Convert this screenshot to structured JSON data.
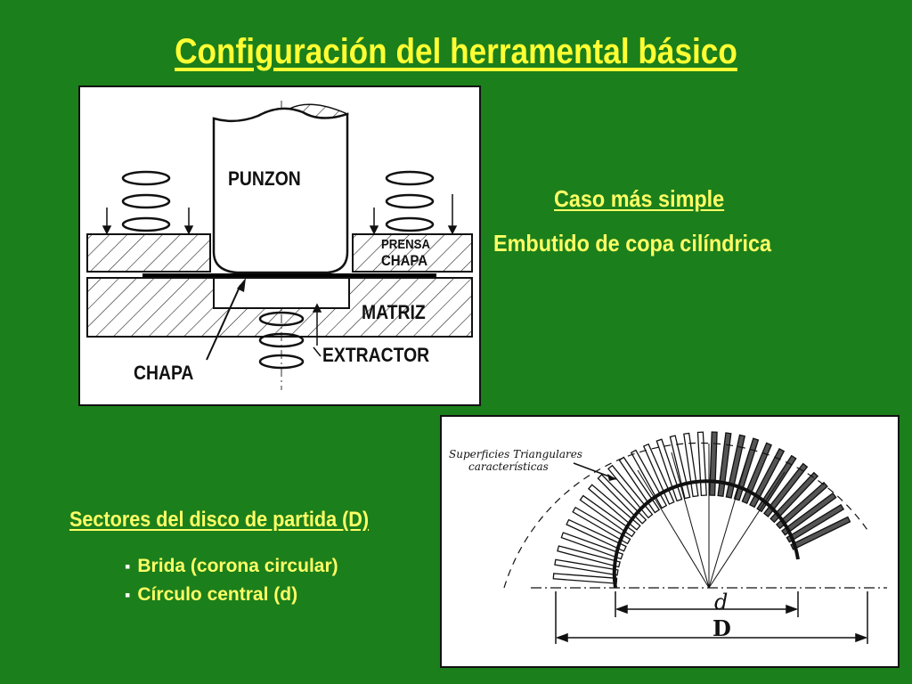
{
  "title": "Configuración del herramental básico",
  "tool_diagram": {
    "labels": {
      "punzon": "PUNZON",
      "prensa": "PRENSA",
      "chapa_holder": "CHAPA",
      "matriz": "MATRIZ",
      "extractor": "EXTRACTOR",
      "chapa": "CHAPA"
    }
  },
  "case": {
    "heading": "Caso más simple",
    "subheading": "Embutido de copa cilíndrica"
  },
  "sectors": {
    "heading": "Sectores del disco de partida (D)",
    "bullets": [
      "Brida (corona circular)",
      "Círculo central (d)"
    ]
  },
  "disc_diagram": {
    "annotation_line1": "Superficies Triangulares",
    "annotation_line2": "características",
    "inner_label": "d",
    "outer_label": "D"
  },
  "colors": {
    "background": "#1b7f1b",
    "title": "#ffff33",
    "text": "#ffff66"
  }
}
